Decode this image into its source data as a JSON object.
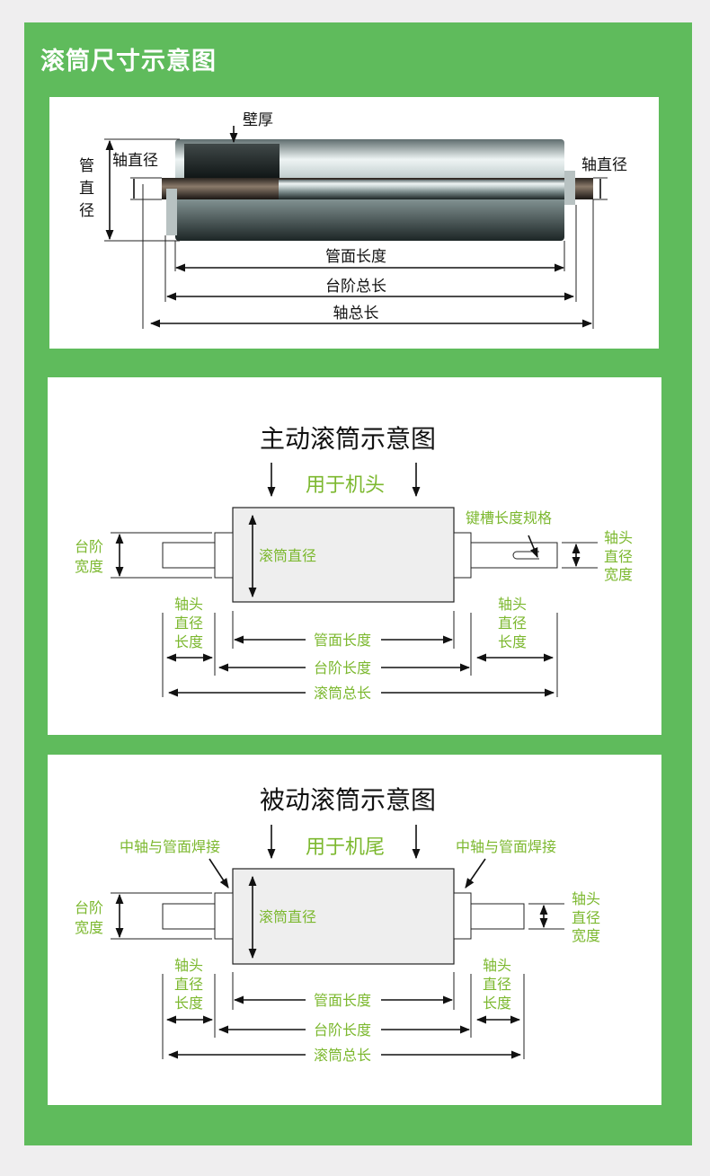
{
  "header": {
    "title": "滚筒尺寸示意图"
  },
  "diagram1": {
    "wall_thickness": "壁厚",
    "tube_diameter": [
      "管",
      "直",
      "径"
    ],
    "shaft_diameter_left": "轴直径",
    "shaft_diameter_right": "轴直径",
    "tube_face_length": "管面长度",
    "step_total_length": "台阶总长",
    "shaft_total_length": "轴总长"
  },
  "diagram2": {
    "title": "主动滚筒示意图",
    "subtitle": "用于机头",
    "keyway": "键槽长度规格",
    "roller_diameter": "滚筒直径",
    "step_width": [
      "台阶",
      "宽度"
    ],
    "shaft_head_width": [
      "轴头",
      "直径",
      "宽度"
    ],
    "shaft_head_length_left": [
      "轴头",
      "直径",
      "长度"
    ],
    "shaft_head_length_right": [
      "轴头",
      "直径",
      "长度"
    ],
    "tube_face_length": "管面长度",
    "step_length": "台阶长度",
    "roller_total_length": "滚筒总长"
  },
  "diagram3": {
    "title": "被动滚筒示意图",
    "subtitle": "用于机尾",
    "weld_left": "中轴与管面焊接",
    "weld_right": "中轴与管面焊接",
    "roller_diameter": "滚筒直径",
    "step_width": [
      "台阶",
      "宽度"
    ],
    "shaft_head_width": [
      "轴头",
      "直径",
      "宽度"
    ],
    "shaft_head_length_left": [
      "轴头",
      "直径",
      "长度"
    ],
    "shaft_head_length_right": [
      "轴头",
      "直径",
      "长度"
    ],
    "tube_face_length": "管面长度",
    "step_length": "台阶长度",
    "roller_total_length": "滚筒总长"
  },
  "colors": {
    "frame": "#5fbb5c",
    "accent_text": "#7cb82f"
  }
}
